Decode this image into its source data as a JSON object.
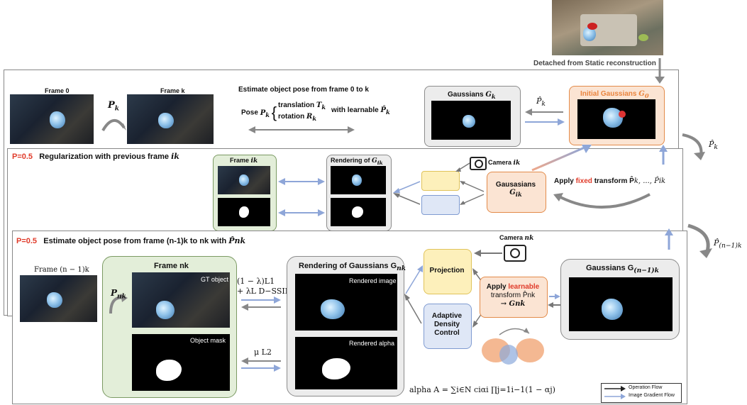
{
  "top_caption": "Detached from Static reconstruction",
  "panel1": {
    "frame0_label": "Frame 0",
    "framek_label": "Frame k",
    "pk_symbol": "P",
    "pk_sub": "k",
    "estimate_title": "Estimate object pose from frame 0 to k",
    "pose_label": "Pose",
    "translation_label": "translation",
    "rotation_label": "rotation",
    "learnable_label": "with learnable",
    "gaussians_gk": "Gaussians",
    "initial_gaussians": "Initial Gaussians",
    "phat_k": "P̂",
    "phat_k_sub": "k",
    "side_phat": "P̂",
    "side_phat_sub": "k"
  },
  "panel2": {
    "prob": "P=0.5",
    "title": "Regularization with previous frame",
    "title_var": "ik",
    "frame_ik": "Frame",
    "rendering_gik": "Rendering of",
    "camera_ik": "Camera",
    "gausasians": "Gausasians",
    "gik": "G",
    "gik_sub": "ik",
    "apply_fixed_pre": "Apply",
    "apply_fixed_word": "fixed",
    "apply_fixed_post": "transform P̂",
    "apply_fixed_tail": "k, ..., P̂ik"
  },
  "panel3": {
    "prob": "P=0.5",
    "title": "Estimate object pose from frame (n-1)k to nk with",
    "title_var": "P̂nk",
    "frame_prev": "Frame (n − 1)k",
    "frame_nk": "Frame nk",
    "gt_object": "GT object",
    "object_mask": "Object mask",
    "pnk_symbol": "P",
    "pnk_sub": "nk",
    "loss1_line1": "(1 − λ)L1",
    "loss1_line2": "+ λL D−SSIM",
    "loss2": "μ L2",
    "rendering_gnk": "Rendering of Gaussians G",
    "rendering_gnk_sub": "nk",
    "rendered_image": "Rendered image",
    "rendered_alpha": "Rendered alpha",
    "projection": "Projection",
    "adaptive": "Adaptive Density Control",
    "camera_nk": "Camera",
    "apply_pre": "Apply",
    "apply_word": "learnable",
    "transform_line": "transform P̂nk",
    "arrow_gnk": "→ Gnk",
    "gaussians_prev": "Gaussians G",
    "gaussians_prev_sub": "(n−1)k",
    "side_phat": "P̂",
    "side_phat_sub": "(n−1)k",
    "alpha_formula": "alpha A = ∑i∈N ciαi ∏j=1i−1(1 − αj)"
  },
  "legend": {
    "operation_flow": "Operation Flow",
    "gradient_flow": "Image Gradient Flow"
  },
  "colors": {
    "gradient_arrow": "#8ea6d8",
    "operation_arrow": "#777777",
    "red_text": "#e03b2a",
    "orange_text": "#e9843d"
  }
}
